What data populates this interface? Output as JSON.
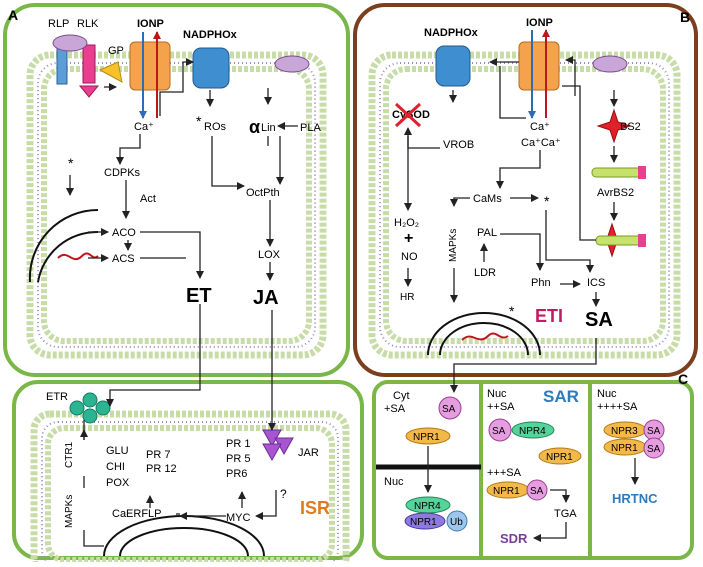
{
  "panels": {
    "a": "A",
    "b": "B",
    "c": "C"
  },
  "panel_a": {
    "rlp": "RLP",
    "rlk": "RLK",
    "gp": "GP",
    "ionp": "IONP",
    "nadphox": "NADPHOx",
    "ca": "Ca⁺",
    "ros": "ROs",
    "star": "*",
    "alpha": "α",
    "lin": "Lin",
    "pla": "PLA",
    "cdpks": "CDPKs",
    "act": "Act",
    "aco": "ACO",
    "acs": "ACS",
    "et": "ET",
    "octpth": "OctPth",
    "lox": "LOX",
    "ja": "JA"
  },
  "panel_b": {
    "nadphox": "NADPHOx",
    "ionp": "IONP",
    "cysod": "CySOD",
    "vrob": "VROB",
    "ca1": "Ca⁺",
    "ca2": "Ca⁺Ca⁺",
    "bs2": "BS2",
    "avrbs2": "AvrBS2",
    "cams": "CaMs",
    "star": "*",
    "h2o2": "H₂O₂",
    "plus": "+",
    "no": "NO",
    "hr": "HR",
    "mapks": "MAPKs",
    "pal": "PAL",
    "ldr": "LDR",
    "phn": "Phn",
    "ics": "ICS",
    "eti": "ETI",
    "sa": "SA"
  },
  "panel_isr": {
    "etr": "ETR",
    "ctr1": "CTR1",
    "mapks": "MAPKs",
    "glu": "GLU",
    "chi": "CHI",
    "pox": "POX",
    "pr7": "PR 7",
    "pr12": "PR 12",
    "pr1": "PR 1",
    "pr5": "PR 5",
    "pr6": "PR6",
    "jar": "JAR",
    "q": "?",
    "caerflp": "CaERFLP",
    "myc": "MYC",
    "isr": "ISR"
  },
  "panel_c": {
    "cyt": "Cyt",
    "cyt_sa": "+SA",
    "sa": "SA",
    "npr1": "NPR1",
    "nuc": "Nuc",
    "npr4": "NPR4",
    "ub": "Ub",
    "nuc2": "Nuc",
    "nuc2_sa": "++SA",
    "sar": "SAR",
    "sa2": "SA",
    "npr4b": "NPR4",
    "npr1b": "NPR1",
    "sa3_label": "+++SA",
    "npr1c": "NPR1",
    "sa3": "SA",
    "tga": "TGA",
    "sdr": "SDR",
    "nuc3": "Nuc",
    "nuc3_sa": "++++SA",
    "npr3": "NPR3",
    "npr1d": "NPR1",
    "sa4": "SA",
    "sa5": "SA",
    "hrtnc": "HRTNC"
  },
  "colors": {
    "green_border": "#7ab648",
    "brown_border": "#7b3f1e",
    "membrane_head": "#c8dca8",
    "membrane_tail": "#9a8cc8",
    "channel": "#f4a24b",
    "nadph": "#3f8fd0",
    "arrow_blue": "#2e6db4",
    "arrow_red": "#c0151c",
    "et_green": "#2bb491",
    "jar_purple": "#a855d0",
    "bs2_red": "#e0202b",
    "eti_pink": "#c41a66",
    "isr_orange": "#e07b1c",
    "sar_blue": "#2b7bc0",
    "sdr_purple": "#7a3e9a",
    "hrtnc_blue": "#2b7bc0",
    "npr1_fill": "#f2b84a",
    "sa_fill": "#e59de0",
    "npr4_fill": "#56d39a",
    "ub_fill": "#9ec6ea"
  }
}
